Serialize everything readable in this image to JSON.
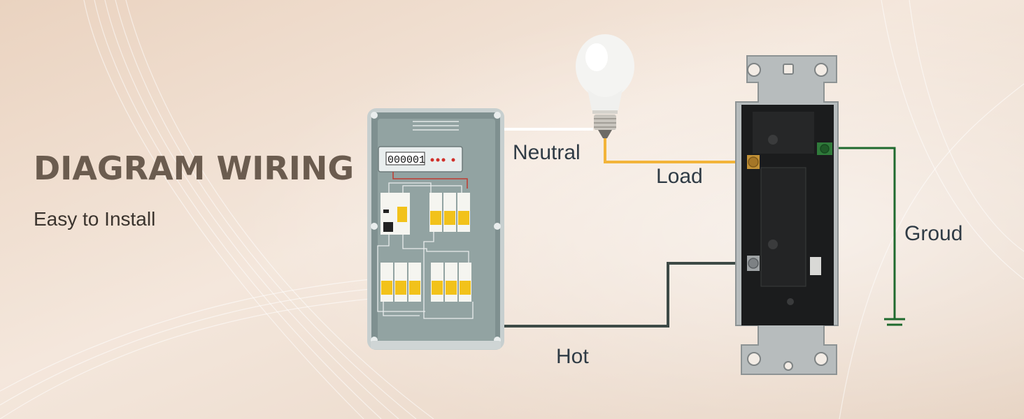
{
  "header": {
    "title": "DIAGRAM WIRING",
    "subtitle": "Easy to Install"
  },
  "wires": {
    "neutral": "Neutral",
    "load": "Load",
    "hot": "Hot",
    "ground": "Groud"
  },
  "panel": {
    "meter_reading": "000001"
  },
  "colors": {
    "title": "#6b5c4f",
    "neutral_wire": "#ffffff",
    "load_wire": "#f2b43a",
    "hot_wire": "#3d4a46",
    "ground_wire": "#1f6a2e"
  }
}
